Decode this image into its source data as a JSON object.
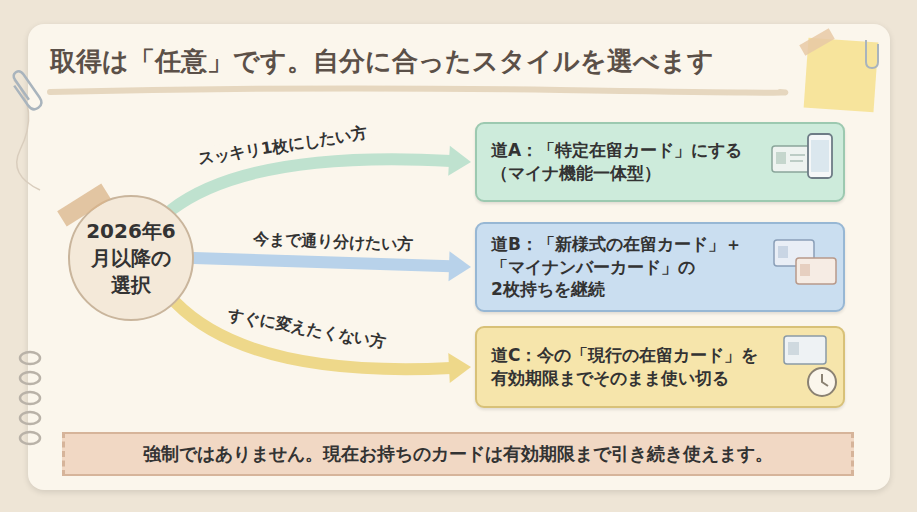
{
  "diagram": {
    "title": "取得は「任意」です。自分に合ったスタイルを選べます",
    "nodes": [
      {
        "text": [
          "2026年6 月以降の 選択"
        ]
      },
      {
        "text": [
          "道A：「特定在留カード」にする （マイナ機能一体型）"
        ]
      },
      {
        "text": [
          "道B：「新様式の在留カード」＋ 「マイナンバーカード」の 2枚持ちを継続"
        ]
      },
      {
        "text": [
          "道C：今の「現行の在留カード」を 有効期限までそのまま使い切る"
        ]
      },
      {
        "text": [
          "強制ではありません。現在お持ちのカードは有効期限まで引き続き使えます。"
        ]
      }
    ],
    "edges": [
      {
        "from": 0,
        "to": 1,
        "label": "スッキリ1枚にしたい方",
        "arrow": "to"
      },
      {
        "from": 0,
        "to": 2,
        "label": "今まで通り分けたい方",
        "arrow": "to"
      },
      {
        "from": 0,
        "to": 3,
        "label": "すぐに変えたくない方",
        "arrow": "to"
      }
    ]
  }
}
